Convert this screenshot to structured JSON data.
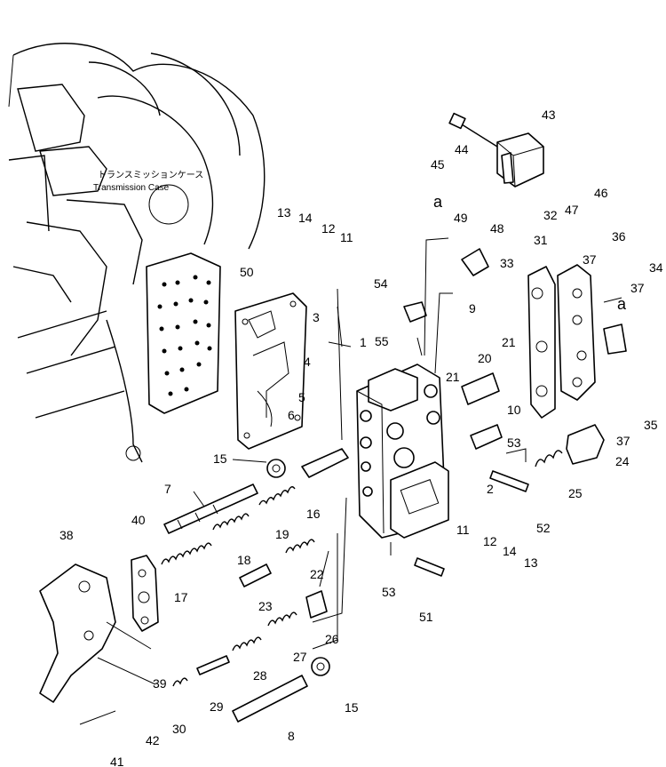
{
  "case_label_jp": "トランスミッションケース",
  "case_label_en": "Transmission Case",
  "ref_letter": "a",
  "callouts": [
    "1",
    "2",
    "3",
    "4",
    "5",
    "6",
    "7",
    "8",
    "9",
    "10",
    "11",
    "12",
    "13",
    "14",
    "15",
    "16",
    "17",
    "18",
    "19",
    "20",
    "21",
    "22",
    "23",
    "24",
    "25",
    "26",
    "27",
    "28",
    "29",
    "30",
    "31",
    "32",
    "33",
    "34",
    "35",
    "36",
    "37",
    "38",
    "39",
    "40",
    "41",
    "42",
    "43",
    "44",
    "45",
    "46",
    "47",
    "48",
    "49",
    "50",
    "51",
    "52",
    "53",
    "54",
    "55"
  ]
}
